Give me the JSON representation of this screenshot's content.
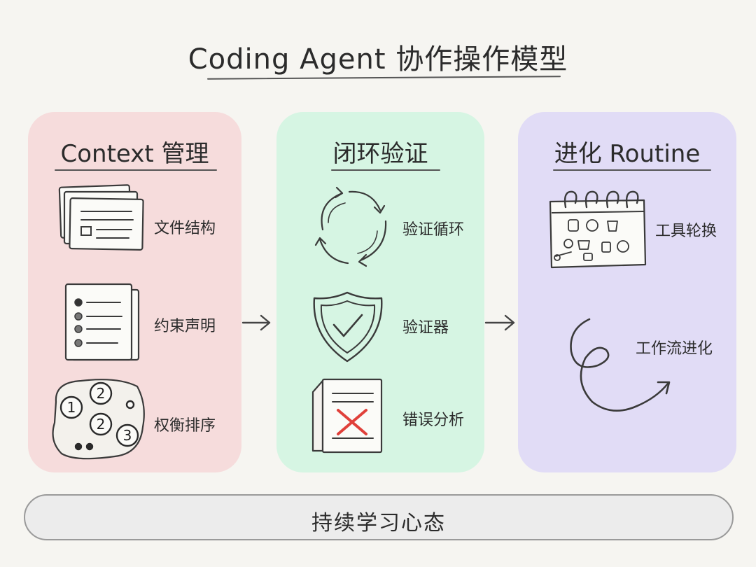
{
  "title": "Coding Agent 协作操作模型",
  "panels": [
    {
      "title": "Context 管理",
      "items": [
        {
          "label": "文件结构",
          "icon": "file-stack-icon"
        },
        {
          "label": "约束声明",
          "icon": "checklist-document-icon"
        },
        {
          "label": "权衡排序",
          "icon": "numbered-circles-icon"
        }
      ]
    },
    {
      "title": "闭环验证",
      "items": [
        {
          "label": "验证循环",
          "icon": "cycle-arrows-icon"
        },
        {
          "label": "验证器",
          "icon": "shield-check-icon"
        },
        {
          "label": "错误分析",
          "icon": "error-document-icon"
        }
      ]
    },
    {
      "title": "进化 Routine",
      "items": [
        {
          "label": "工具轮换",
          "icon": "calendar-tools-icon"
        },
        {
          "label": "工作流进化",
          "icon": "spiral-arrow-icon"
        }
      ]
    }
  ],
  "footer": "持续学习心态",
  "colors": {
    "background": "#f6f5f1",
    "context_panel": "#f6dcdc",
    "verify_panel": "#d6f5e3",
    "evolve_panel": "#e1dcf6",
    "footer_bar": "#ececec",
    "error_mark": "#e0403a"
  }
}
